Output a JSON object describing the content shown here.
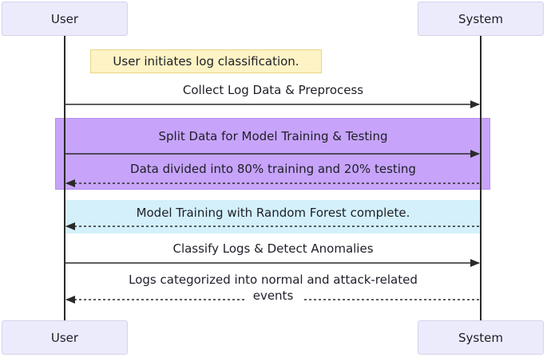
{
  "participants": {
    "left": "User",
    "right": "System"
  },
  "note": "User initiates log classification.",
  "messages": [
    {
      "label": "Collect Log Data & Preprocess",
      "direction": "right",
      "style": "solid"
    },
    {
      "label": "Split Data for Model Training & Testing",
      "direction": "right",
      "style": "solid"
    },
    {
      "label": "Data divided into 80% training and 20% testing",
      "direction": "left",
      "style": "dashed"
    },
    {
      "label": "Model Training with Random Forest complete.",
      "direction": "left",
      "style": "dashed"
    },
    {
      "label": "Classify Logs & Detect Anomalies",
      "direction": "right",
      "style": "solid"
    },
    {
      "label_line1": "Logs categorized into normal and attack-related",
      "label_line2": "events",
      "direction": "left",
      "style": "dashed"
    }
  ],
  "colors": {
    "purple_band": "#c7a4fa",
    "cyan_band": "#d3f0fb",
    "note_fill": "#fdf3c4",
    "actor_fill": "#ecebfb",
    "line": "#2a2a2a"
  }
}
